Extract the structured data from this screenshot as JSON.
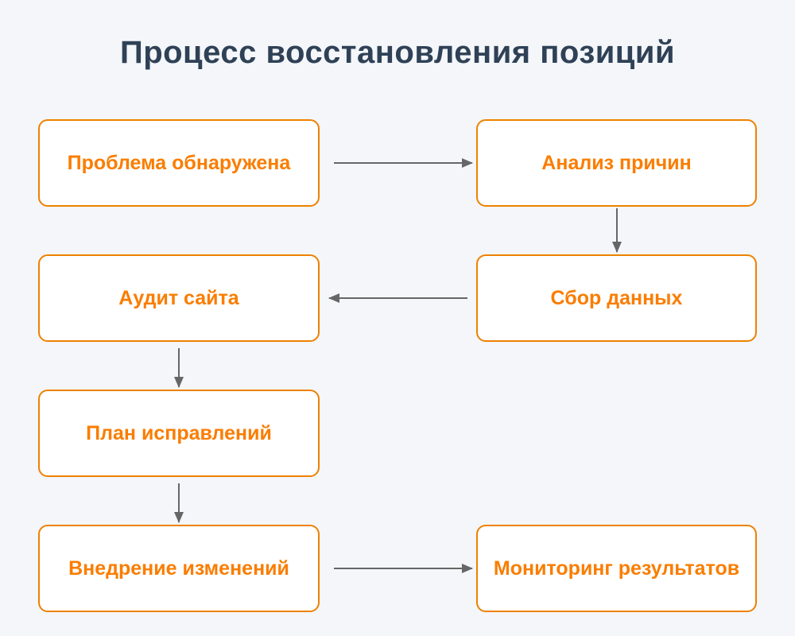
{
  "page": {
    "title": "Процесс восстановления позиций"
  },
  "colors": {
    "page-bg": "#F4F6FA",
    "node-bg": "#FFFFFF",
    "node-border": "#EE8100",
    "node-text": "#FA7D00",
    "title": "#2F4156",
    "arrow": "#666666"
  },
  "diagram": {
    "type": "flowchart",
    "nodes": [
      {
        "id": "problem",
        "label": "Проблема обнаружена"
      },
      {
        "id": "analysis",
        "label": "Анализ причин"
      },
      {
        "id": "audit",
        "label": "Аудит сайта"
      },
      {
        "id": "data",
        "label": "Сбор данных"
      },
      {
        "id": "plan",
        "label": "План исправлений"
      },
      {
        "id": "implement",
        "label": "Внедрение изменений"
      },
      {
        "id": "monitor",
        "label": "Мониторинг результатов"
      }
    ],
    "edges": [
      {
        "from": "problem",
        "to": "analysis",
        "direction": "right"
      },
      {
        "from": "analysis",
        "to": "data",
        "direction": "down"
      },
      {
        "from": "data",
        "to": "audit",
        "direction": "left"
      },
      {
        "from": "audit",
        "to": "plan",
        "direction": "down"
      },
      {
        "from": "plan",
        "to": "implement",
        "direction": "down"
      },
      {
        "from": "implement",
        "to": "monitor",
        "direction": "right"
      }
    ]
  }
}
